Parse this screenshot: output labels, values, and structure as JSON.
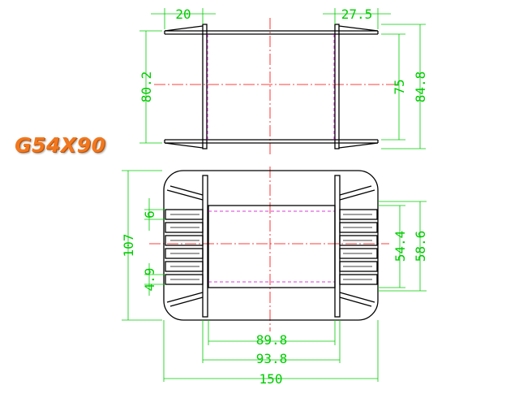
{
  "part_label": "G54X90",
  "colors": {
    "outline": "#000000",
    "dimension": "#00cc00",
    "centerline": "#ff0000",
    "hidden": "#cc00cc",
    "label": "#f07820"
  },
  "dimensions": {
    "top_left_flange": "20",
    "top_right_flange": "27.5",
    "top_left_height": "80.2",
    "top_right_inner": "75",
    "top_right_outer": "84.8",
    "bottom_pin_pitch": "6",
    "bottom_pin_width": "4.9",
    "bottom_total_height": "107",
    "bottom_inner_height": "54.4",
    "bottom_outer_height": "58.6",
    "bottom_inner_width": "89.8",
    "bottom_mid_width": "93.8",
    "bottom_total_width": "150"
  }
}
